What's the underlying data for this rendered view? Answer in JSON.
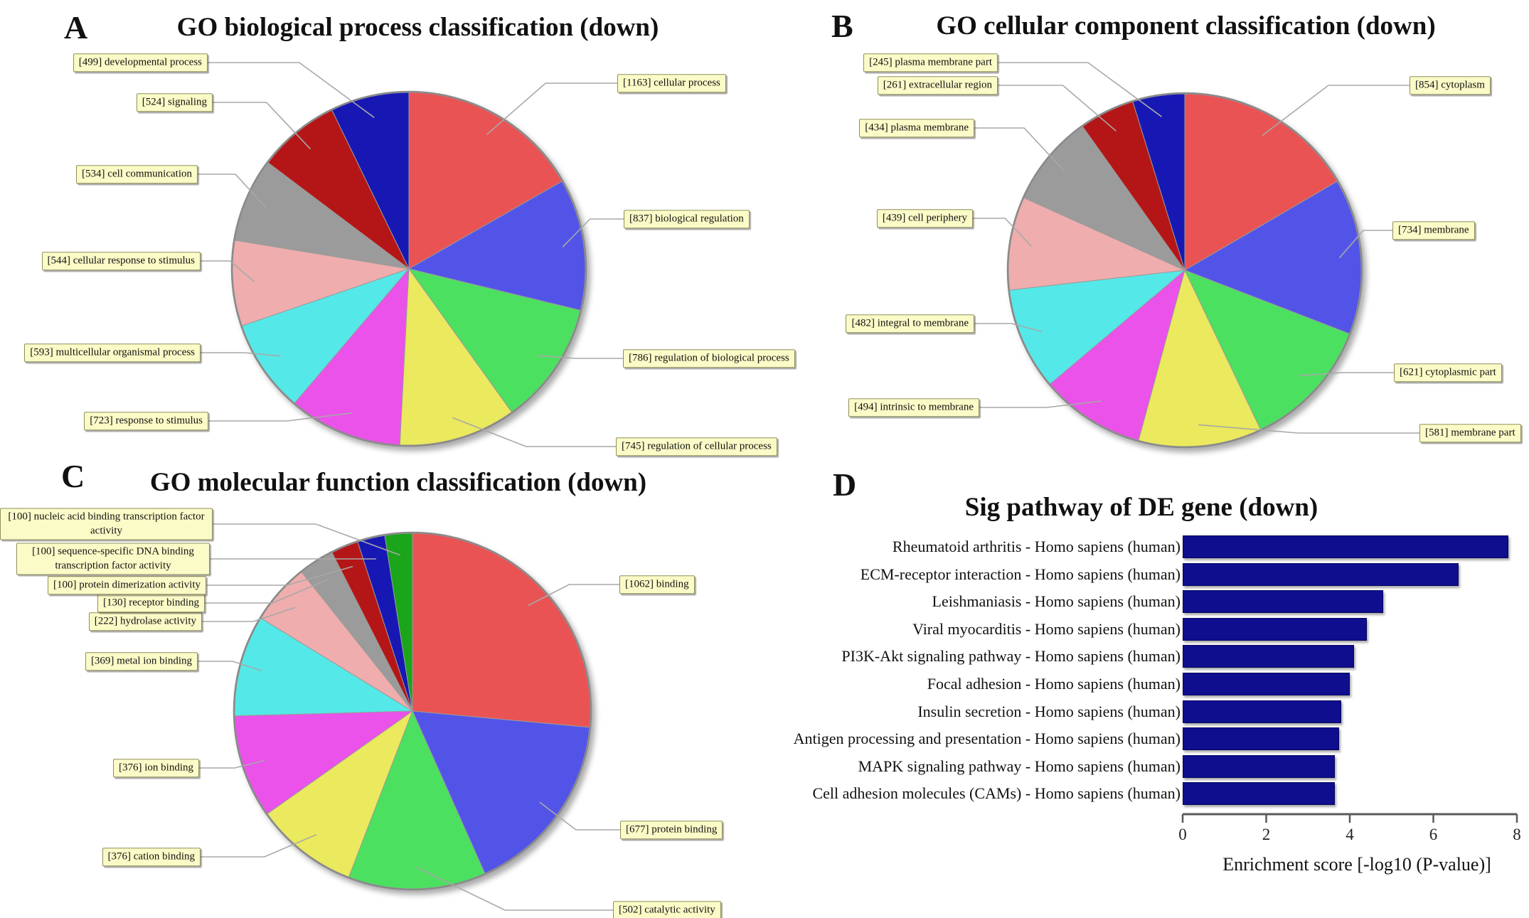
{
  "figure": {
    "background": "#ffffff",
    "panels": [
      {
        "id": "A",
        "letter": "A",
        "title": "GO biological process classification (down)"
      },
      {
        "id": "B",
        "letter": "B",
        "title": "GO cellular component classification (down)"
      },
      {
        "id": "C",
        "letter": "C",
        "title": "GO molecular function classification (down)"
      },
      {
        "id": "D",
        "letter": "D",
        "title": "Sig pathway of DE gene (down)"
      }
    ]
  },
  "colors": {
    "label_box_bg": "#fbfbc8",
    "label_box_border": "#8f8f5a",
    "leader_line": "#a8a8a8",
    "pie_outline": "#8a8a8a",
    "bar_fill": "#0e0e8e",
    "axis_line": "#5a5a5a",
    "text": "#1a1a1a"
  },
  "chart_data": [
    {
      "panel": "A",
      "type": "pie",
      "title": "GO biological process classification (down)",
      "slices": [
        {
          "label": "cellular process",
          "count": 1163,
          "color": "#ea5354"
        },
        {
          "label": "biological regulation",
          "count": 837,
          "color": "#5254e8"
        },
        {
          "label": "regulation of biological process",
          "count": 786,
          "color": "#4ce060"
        },
        {
          "label": "regulation of cellular process",
          "count": 745,
          "color": "#ebe95e"
        },
        {
          "label": "response to stimulus",
          "count": 723,
          "color": "#ea52ea"
        },
        {
          "label": "multicellular organismal process",
          "count": 593,
          "color": "#55e8e8"
        },
        {
          "label": "cellular response to stimulus",
          "count": 544,
          "color": "#efadad"
        },
        {
          "label": "cell communication",
          "count": 534,
          "color": "#9b9b9b"
        },
        {
          "label": "signaling",
          "count": 524,
          "color": "#b41617"
        },
        {
          "label": "developmental process",
          "count": 499,
          "color": "#1718b4"
        }
      ]
    },
    {
      "panel": "B",
      "type": "pie",
      "title": "GO cellular component classification (down)",
      "slices": [
        {
          "label": "cytoplasm",
          "count": 854,
          "color": "#ea5354"
        },
        {
          "label": "membrane",
          "count": 734,
          "color": "#5254e8"
        },
        {
          "label": "cytoplasmic part",
          "count": 621,
          "color": "#4ce060"
        },
        {
          "label": "membrane part",
          "count": 581,
          "color": "#ebe95e"
        },
        {
          "label": "intrinsic to membrane",
          "count": 494,
          "color": "#ea52ea"
        },
        {
          "label": "integral to membrane",
          "count": 482,
          "color": "#55e8e8"
        },
        {
          "label": "cell periphery",
          "count": 439,
          "color": "#efadad"
        },
        {
          "label": "plasma membrane",
          "count": 434,
          "color": "#9b9b9b"
        },
        {
          "label": "extracellular region",
          "count": 261,
          "color": "#b41617"
        },
        {
          "label": "plasma membrane part",
          "count": 245,
          "color": "#1718b4"
        }
      ]
    },
    {
      "panel": "C",
      "type": "pie",
      "title": "GO molecular function classification (down)",
      "slices": [
        {
          "label": "binding",
          "count": 1062,
          "color": "#ea5354"
        },
        {
          "label": "protein binding",
          "count": 677,
          "color": "#5254e8"
        },
        {
          "label": "catalytic activity",
          "count": 502,
          "color": "#4ce060"
        },
        {
          "label": "cation binding",
          "count": 376,
          "color": "#ebe95e"
        },
        {
          "label": "ion binding",
          "count": 376,
          "color": "#ea52ea"
        },
        {
          "label": "metal ion binding",
          "count": 369,
          "color": "#55e8e8"
        },
        {
          "label": "hydrolase activity",
          "count": 222,
          "color": "#efadad"
        },
        {
          "label": "receptor binding",
          "count": 130,
          "color": "#9b9b9b"
        },
        {
          "label": "protein dimerization activity",
          "count": 100,
          "color": "#b41617"
        },
        {
          "label": "sequence-specific DNA binding transcription factor activity",
          "count": 100,
          "color": "#1718b4"
        },
        {
          "label": "nucleic acid binding transcription factor activity",
          "count": 100,
          "color": "#1aa51a"
        }
      ]
    },
    {
      "panel": "D",
      "type": "bar",
      "orientation": "horizontal",
      "title": "Sig pathway of DE gene (down)",
      "xlabel": "Enrichment score [-log10 (P-value)]",
      "xlim": [
        0,
        8
      ],
      "xticks": [
        0,
        2,
        4,
        6,
        8
      ],
      "grid": false,
      "categories": [
        "Rheumatoid arthritis - Homo sapiens (human)",
        "ECM-receptor interaction - Homo sapiens (human)",
        "Leishmaniasis - Homo sapiens (human)",
        "Viral myocarditis - Homo sapiens (human)",
        "PI3K-Akt signaling pathway - Homo sapiens (human)",
        "Focal adhesion - Homo sapiens (human)",
        "Insulin secretion - Homo sapiens (human)",
        "Antigen processing and presentation - Homo sapiens (human)",
        "MAPK signaling pathway - Homo sapiens (human)",
        "Cell adhesion molecules (CAMs) - Homo sapiens (human)"
      ],
      "values": [
        7.8,
        6.6,
        4.8,
        4.4,
        4.1,
        4.0,
        3.8,
        3.75,
        3.65,
        3.65
      ]
    }
  ]
}
